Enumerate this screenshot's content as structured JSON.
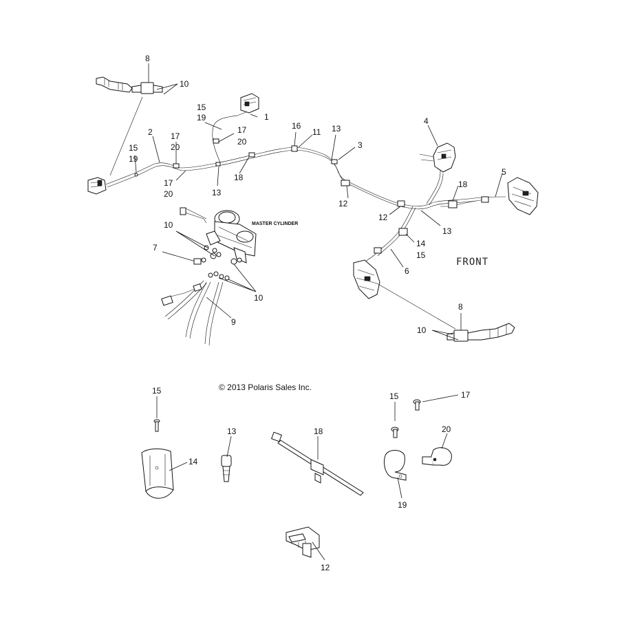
{
  "copyright": "© 2013 Polaris Sales Inc.",
  "front_label": "FRONT",
  "master_cylinder_label": "MASTER CYLINDER",
  "callouts": {
    "c8_top": "8",
    "c10_top": "10",
    "c15_a": "15",
    "c19_a": "19",
    "c1": "1",
    "c17_a": "17",
    "c20_a": "20",
    "c2": "2",
    "c17_b": "17",
    "c20_b": "20",
    "c15_b": "15",
    "c19_b": "19",
    "c17_c": "17",
    "c20_c": "20",
    "c13_a": "13",
    "c18_a": "18",
    "c16": "16",
    "c11": "11",
    "c13_b": "13",
    "c3": "3",
    "c12_a": "12",
    "c12_b": "12",
    "c4": "4",
    "c18_b": "18",
    "c5": "5",
    "c13_c": "13",
    "c14": "14",
    "c15_c": "15",
    "c6": "6",
    "c10_mc_top": "10",
    "c7": "7",
    "c10_mc_bot": "10",
    "c9": "9",
    "c8_bot": "8",
    "c10_bot": "10",
    "l15": "15",
    "l13": "13",
    "l18": "18",
    "l15b": "15",
    "l17": "17",
    "l14": "14",
    "l20": "20",
    "l19": "19",
    "l12": "12"
  }
}
